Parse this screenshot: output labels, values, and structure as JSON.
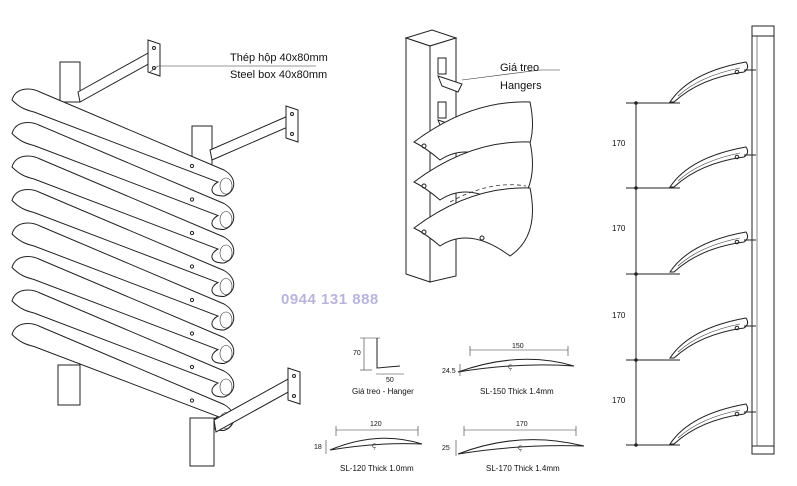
{
  "labels": {
    "steel_box_vi": "Thép hộp 40x80mm",
    "steel_box_en": "Steel box 40x80mm",
    "hanger_vi": "Giá treo",
    "hanger_en": "Hangers",
    "phone": "0944 131 888"
  },
  "spacing": {
    "values": [
      "170",
      "170",
      "170",
      "170"
    ]
  },
  "profiles": {
    "hanger": {
      "caption": "Giá treo -  Hanger",
      "height": "70",
      "width": "50"
    },
    "sl150": {
      "caption": "SL-150 Thick 1.4mm",
      "width": "150",
      "height": "24.5"
    },
    "sl120": {
      "caption": "SL-120 Thick 1.0mm",
      "width": "120",
      "height": "18"
    },
    "sl170": {
      "caption": "SL-170 Thick 1.4mm",
      "width": "170",
      "height": "25"
    }
  },
  "colors": {
    "line": "#222222",
    "watermark": "#b8b4dc"
  }
}
